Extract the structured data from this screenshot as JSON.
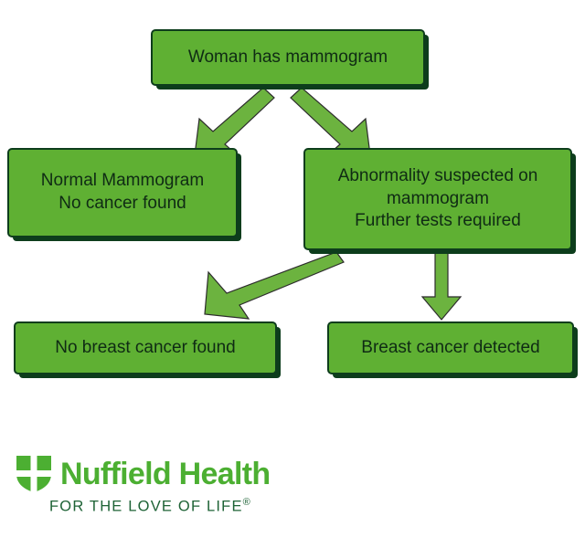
{
  "diagram": {
    "title": "Mammogram screening outcomes flowchart",
    "colors": {
      "node_fill": "#5fb033",
      "node_border": "#0d3d1c",
      "node_text": "#0f2b14",
      "arrow_fill": "#6cb33f",
      "arrow_stroke": "#2c2c2c",
      "background": "#ffffff"
    },
    "nodes": [
      {
        "id": "top",
        "label": "Woman has mammogram"
      },
      {
        "id": "normal",
        "label": "Normal Mammogram\nNo cancer found"
      },
      {
        "id": "abnormal",
        "label": "Abnormality suspected on mammogram\nFurther tests required"
      },
      {
        "id": "nocancer",
        "label": "No breast cancer found"
      },
      {
        "id": "detected",
        "label": "Breast cancer detected"
      }
    ],
    "edges": [
      {
        "from": "top",
        "to": "normal",
        "direction": "down-left"
      },
      {
        "from": "top",
        "to": "abnormal",
        "direction": "down-right"
      },
      {
        "from": "abnormal",
        "to": "nocancer",
        "direction": "down-left"
      },
      {
        "from": "abnormal",
        "to": "detected",
        "direction": "down"
      }
    ]
  },
  "logo": {
    "shield_icon": "shield-cross-icon",
    "wordmark": "Nuffield Health",
    "tagline": "FOR THE LOVE OF LIFE",
    "registered_mark": "®",
    "wordmark_color": "#4caf32",
    "tagline_color": "#1e6336"
  }
}
